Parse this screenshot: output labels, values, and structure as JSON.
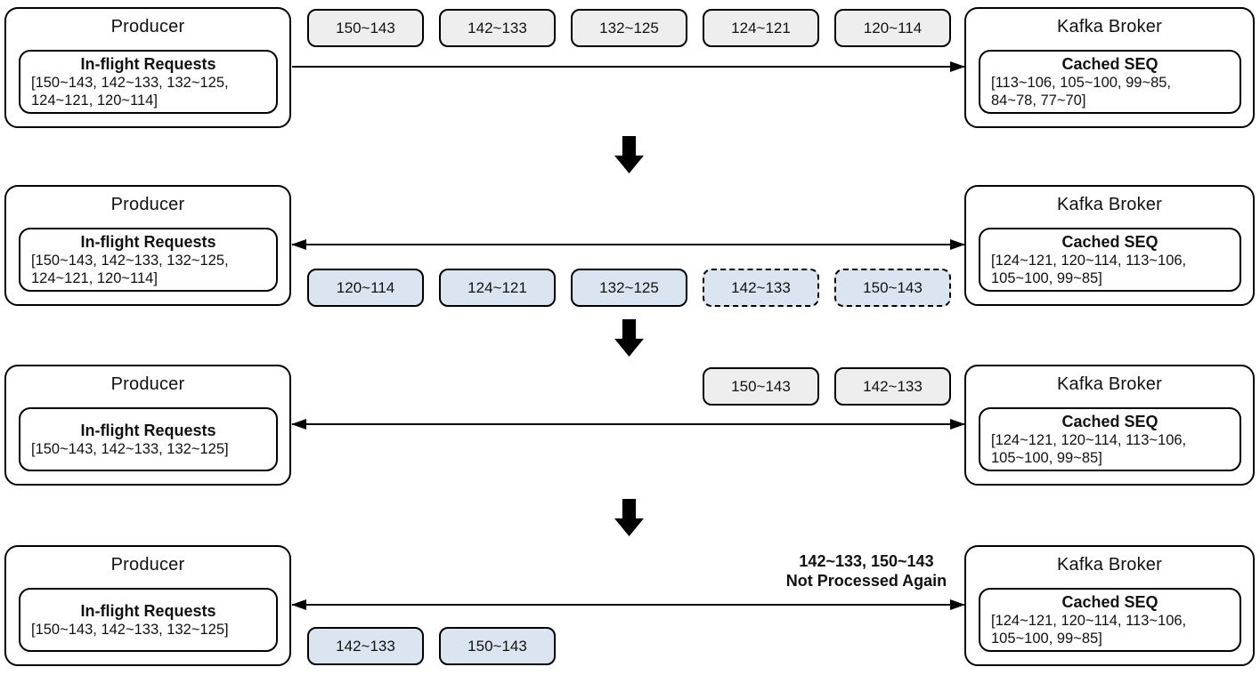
{
  "colors": {
    "packet_gray": "#eeeeee",
    "packet_blue": "#dbe5f1",
    "line": "#000000",
    "background": "#ffffff"
  },
  "stages": [
    {
      "producer": {
        "title": "Producer",
        "box_title": "In-flight Requests",
        "box_list": "[150~143, 142~133, 132~125,\n124~121, 120~114]"
      },
      "broker": {
        "title": "Kafka Broker",
        "box_title": "Cached SEQ",
        "box_list": "[113~106, 105~100, 99~85,\n84~78, 77~70]"
      },
      "arrow": "right",
      "packets": [
        {
          "label": "150~143",
          "style": "gray"
        },
        {
          "label": "142~133",
          "style": "gray"
        },
        {
          "label": "132~125",
          "style": "gray"
        },
        {
          "label": "124~121",
          "style": "gray"
        },
        {
          "label": "120~114",
          "style": "gray"
        }
      ]
    },
    {
      "producer": {
        "title": "Producer",
        "box_title": "In-flight Requests",
        "box_list": "[150~143, 142~133, 132~125,\n124~121, 120~114]"
      },
      "broker": {
        "title": "Kafka Broker",
        "box_title": "Cached SEQ",
        "box_list": "[124~121, 120~114, 113~106,\n105~100, 99~85]"
      },
      "arrow": "both",
      "packets": [
        {
          "label": "120~114",
          "style": "blue"
        },
        {
          "label": "124~121",
          "style": "blue"
        },
        {
          "label": "132~125",
          "style": "blue"
        },
        {
          "label": "142~133",
          "style": "blue dashed"
        },
        {
          "label": "150~143",
          "style": "blue dashed"
        }
      ]
    },
    {
      "producer": {
        "title": "Producer",
        "box_title": "In-flight Requests",
        "box_list": "[150~143, 142~133, 132~125]"
      },
      "broker": {
        "title": "Kafka Broker",
        "box_title": "Cached SEQ",
        "box_list": "[124~121, 120~114, 113~106,\n105~100, 99~85]"
      },
      "arrow": "both",
      "packets": [
        {
          "label": "150~143",
          "style": "gray"
        },
        {
          "label": "142~133",
          "style": "gray"
        }
      ]
    },
    {
      "producer": {
        "title": "Producer",
        "box_title": "In-flight Requests",
        "box_list": "[150~143, 142~133, 132~125]"
      },
      "broker": {
        "title": "Kafka Broker",
        "box_title": "Cached SEQ",
        "box_list": "[124~121, 120~114, 113~106,\n105~100, 99~85]"
      },
      "arrow": "both",
      "note": "142~133, 150~143\nNot Processed Again",
      "packets": [
        {
          "label": "142~133",
          "style": "blue"
        },
        {
          "label": "150~143",
          "style": "blue"
        }
      ]
    }
  ]
}
